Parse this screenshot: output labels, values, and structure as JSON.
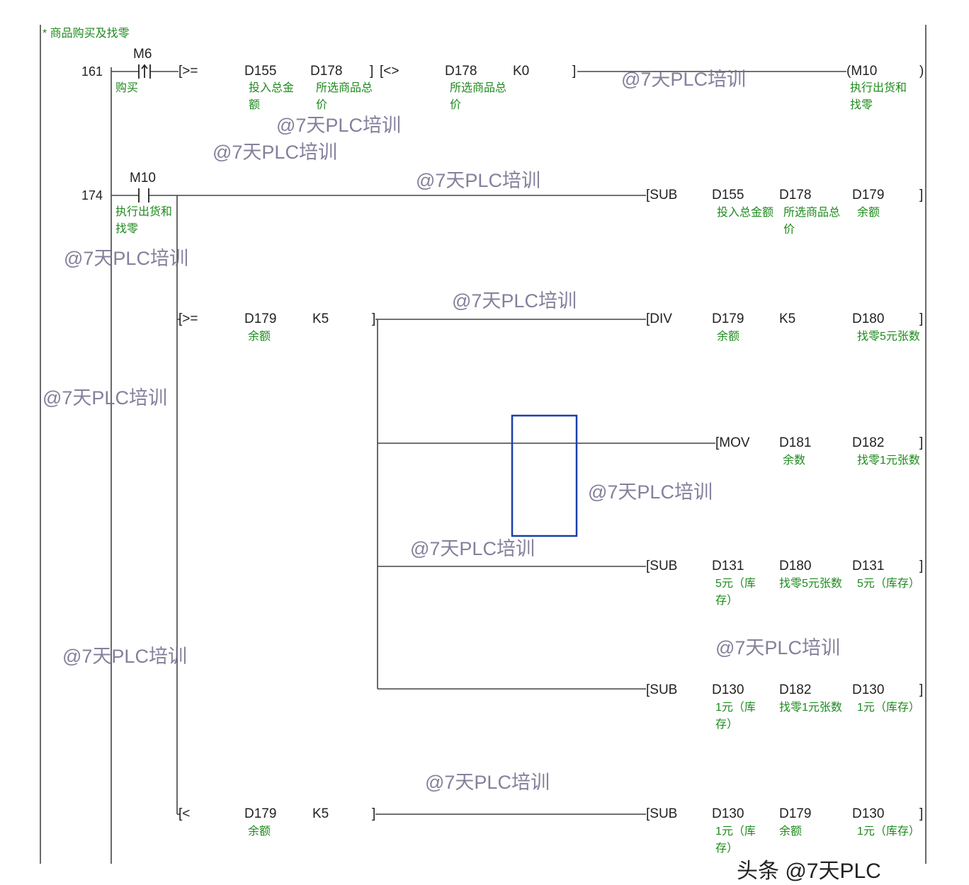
{
  "header_comment": "* 商品购买及找零",
  "rung161": {
    "number": "161",
    "contact": "M6",
    "contact_comment": "购买",
    "cmp1_op": "[>=",
    "cmp1_a": "D155",
    "cmp1_a_comment": "投入总金额",
    "cmp1_b": "D178",
    "cmp1_b_comment": "所选商品总价",
    "cmp1_close": "]",
    "cmp2_op": "[<>",
    "cmp2_a": "D178",
    "cmp2_a_comment": "所选商品总价",
    "cmp2_b": "K0",
    "cmp2_close": "]",
    "coil": "(M10",
    "coil_close": ")",
    "coil_comment": "执行出货和找零"
  },
  "rung174": {
    "number": "174",
    "contact": "M10",
    "contact_comment": "执行出货和找零",
    "sub": {
      "op": "[SUB",
      "a": "D155",
      "a_comment": "投入总金额",
      "b": "D178",
      "b_comment": "所选商品总价",
      "d": "D179",
      "d_comment": "余额",
      "close": "]"
    },
    "cmp_ge": {
      "op": "[>=",
      "a": "D179",
      "a_comment": "余额",
      "b": "K5",
      "close": "]"
    },
    "div": {
      "op": "[DIV",
      "a": "D179",
      "a_comment": "余额",
      "b": "K5",
      "d": "D180",
      "d_comment": "找零5元张数",
      "close": "]"
    },
    "mov": {
      "op": "[MOV",
      "a": "D181",
      "a_comment": "余数",
      "d": "D182",
      "d_comment": "找零1元张数",
      "close": "]"
    },
    "sub5": {
      "op": "[SUB",
      "a": "D131",
      "a_comment": "5元（库存）",
      "b": "D180",
      "b_comment": "找零5元张数",
      "d": "D131",
      "d_comment": "5元（库存）",
      "close": "]"
    },
    "sub1": {
      "op": "[SUB",
      "a": "D130",
      "a_comment": "1元（库存）",
      "b": "D182",
      "b_comment": "找零1元张数",
      "d": "D130",
      "d_comment": "1元（库存）",
      "close": "]"
    },
    "cmp_lt": {
      "op": "[<",
      "a": "D179",
      "a_comment": "余额",
      "b": "K5",
      "close": "]"
    },
    "sub_lt": {
      "op": "[SUB",
      "a": "D130",
      "a_comment": "1元（库存）",
      "b": "D179",
      "b_comment": "余额",
      "d": "D130",
      "d_comment": "1元（库存）",
      "close": "]"
    }
  },
  "watermark": "@7天PLC培训",
  "footer_watermark": "头条 @7天PLC",
  "colors": {
    "comment": "#1e8a1e",
    "selection": "#1a3fa8",
    "line": "#444444"
  }
}
